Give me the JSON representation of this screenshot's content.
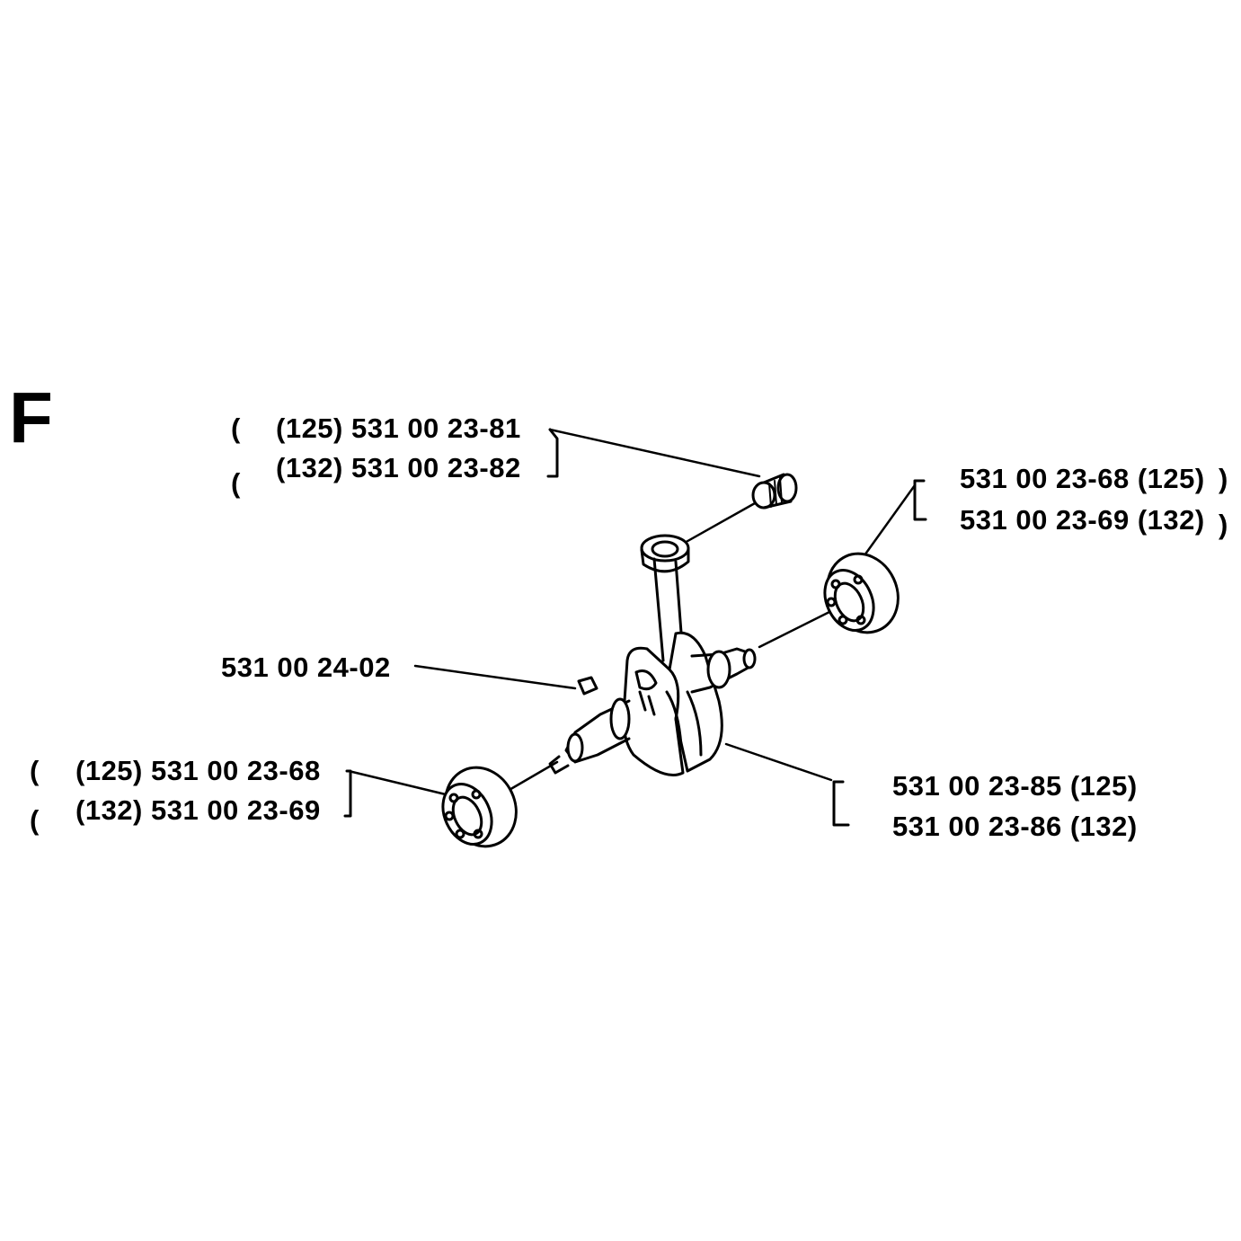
{
  "section": "F",
  "parts": {
    "needle_bearing": {
      "line1": "(125) 531 00 23-81",
      "line2": "(132) 531 00 23-82"
    },
    "bearing_right": {
      "line1": "531 00 23-68 (125)",
      "line2": "531 00 23-69 (132)"
    },
    "key": {
      "line1": "531 00 24-02"
    },
    "bearing_left": {
      "line1": "(125) 531 00 23-68",
      "line2": "(132) 531 00 23-69"
    },
    "crankshaft": {
      "line1": "531 00 23-85 (125)",
      "line2": "531 00 23-86 (132)"
    }
  },
  "marks": {
    "open_paren": "(",
    "close_paren": ")"
  }
}
